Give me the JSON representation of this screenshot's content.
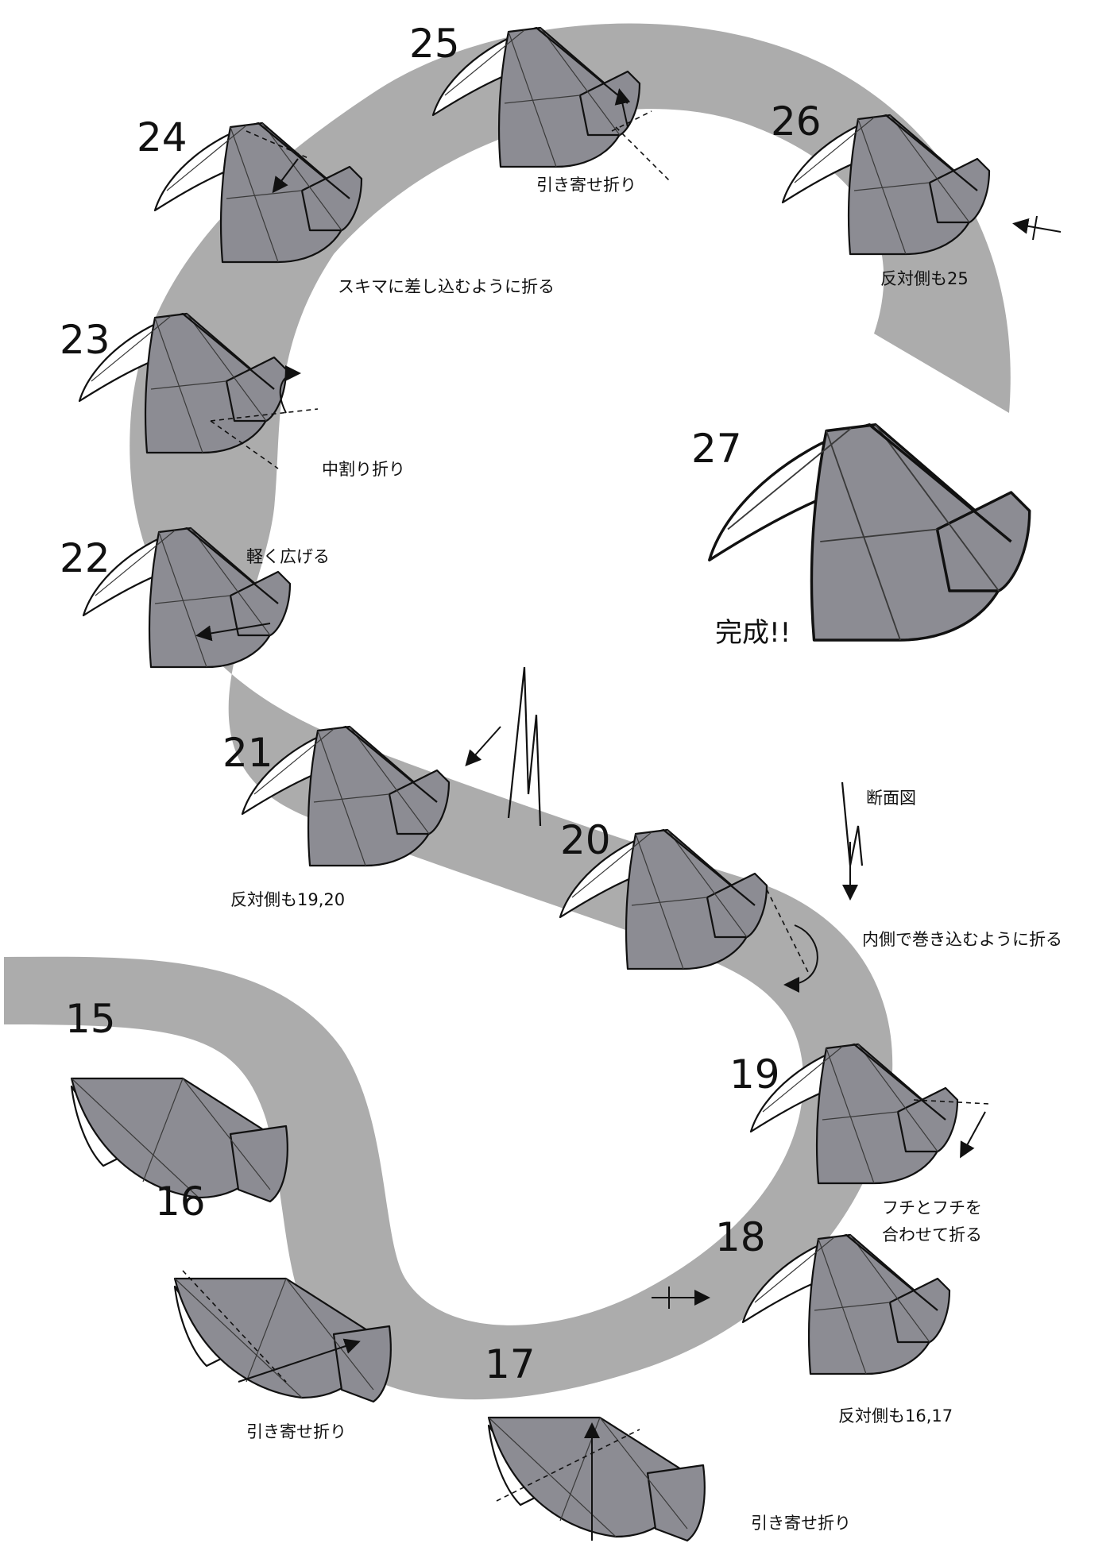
{
  "colors": {
    "path_band": "#acacac",
    "paper_color": "#8c8c93",
    "paper_back": "#ffffff",
    "line": "#111111"
  },
  "steps": [
    {
      "number": "15",
      "caption": ""
    },
    {
      "number": "16",
      "caption": "引き寄せ折り"
    },
    {
      "number": "17",
      "caption": "引き寄せ折り"
    },
    {
      "number": "18",
      "caption": "反対側も16,17"
    },
    {
      "number": "19",
      "caption": "フチとフチを",
      "caption2": "合わせて折る"
    },
    {
      "number": "20",
      "caption": "内側で巻き込むように折る",
      "section_label": "断面図"
    },
    {
      "number": "21",
      "caption": "反対側も19,20"
    },
    {
      "number": "22",
      "caption": "軽く広げる"
    },
    {
      "number": "23",
      "caption": "中割り折り"
    },
    {
      "number": "24",
      "caption": "スキマに差し込むように折る"
    },
    {
      "number": "25",
      "caption": "引き寄せ折り"
    },
    {
      "number": "26",
      "caption": "反対側も25"
    },
    {
      "number": "27",
      "caption": "完成!!"
    }
  ]
}
